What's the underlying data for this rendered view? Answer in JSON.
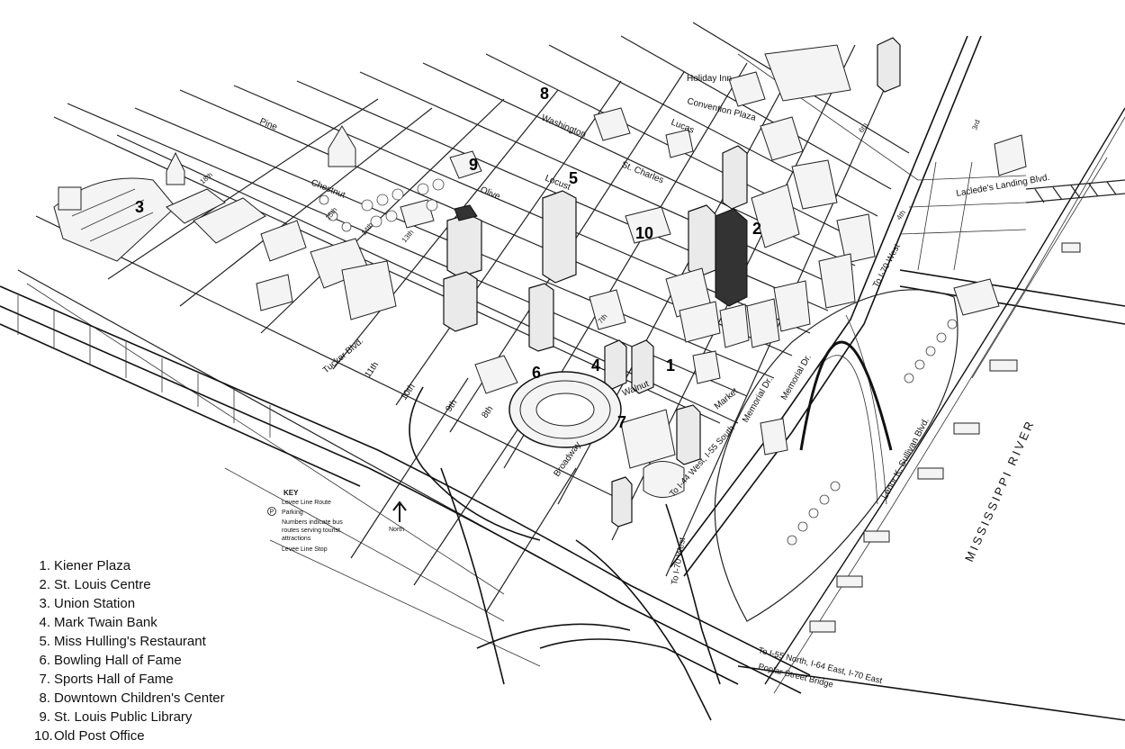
{
  "map": {
    "legend_items": [
      {
        "number": "1.",
        "label": "Kiener Plaza"
      },
      {
        "number": "2.",
        "label": "St. Louis Centre"
      },
      {
        "number": "3.",
        "label": "Union Station"
      },
      {
        "number": "4.",
        "label": "Mark Twain Bank"
      },
      {
        "number": "5.",
        "label": "Miss Hulling's Restaurant"
      },
      {
        "number": "6.",
        "label": "Bowling Hall of Fame"
      },
      {
        "number": "7.",
        "label": "Sports Hall of Fame"
      },
      {
        "number": "8.",
        "label": "Downtown Children's Center"
      },
      {
        "number": "9.",
        "label": "St. Louis Public Library"
      },
      {
        "number": "10.",
        "label": "Old Post Office"
      }
    ],
    "markers": {
      "m1": "1",
      "m2": "2",
      "m3": "3",
      "m4": "4",
      "m5": "5",
      "m6": "6",
      "m7": "7",
      "m8": "8",
      "m9": "9",
      "m10": "10"
    },
    "streets": {
      "washington": "Washington",
      "lucas": "Lucas",
      "st_charles": "St. Charles",
      "locust": "Locust",
      "olive": "Olive",
      "pine": "Pine",
      "chestnut": "Chestnut",
      "walnut": "Walnut",
      "market": "Market",
      "memorial_dr": "Memorial Dr.",
      "memorial_dr_2": "Memorial Dr.",
      "broadway": "Broadway",
      "tucker_blvd": "Tucker Blvd.",
      "s4th": "4th",
      "s6th": "6th",
      "s7th": "7th",
      "s8th": "8th",
      "s9th": "9th",
      "s10th": "10th",
      "s11th": "11th",
      "s13th": "13th",
      "s14th": "14th",
      "s15th": "15th",
      "s18th": "18th",
      "s3rd": "3rd",
      "lacledes_landing": "Laclede's Landing Blvd.",
      "leonor_sullivan": "Lenor K. Sullivan Blvd.",
      "holiday_inn": "Holiday Inn",
      "convention_plaza": "Convention Plaza"
    },
    "highways": {
      "to_i70_west_top": "To I-70 West",
      "to_i70_west_bottom": "To I-70 West",
      "to_i44_i55": "To I-44 West, I-55 South",
      "to_i55_north": "To I-55 North, I-64 East, I-70 East",
      "poplar_bridge": "Poplar Street Bridge"
    },
    "river": "MISSISSIPPI RIVER",
    "key": {
      "title": "KEY",
      "levee_line_route": "Levee Line Route",
      "parking_symbol": "P",
      "parking": "Parking",
      "numbers_line1": "Numbers indicate bus",
      "numbers_line2": "routes serving tourist",
      "numbers_line3": "attractions",
      "levee_stop": "Levee Line Stop"
    },
    "north_label": "North"
  }
}
